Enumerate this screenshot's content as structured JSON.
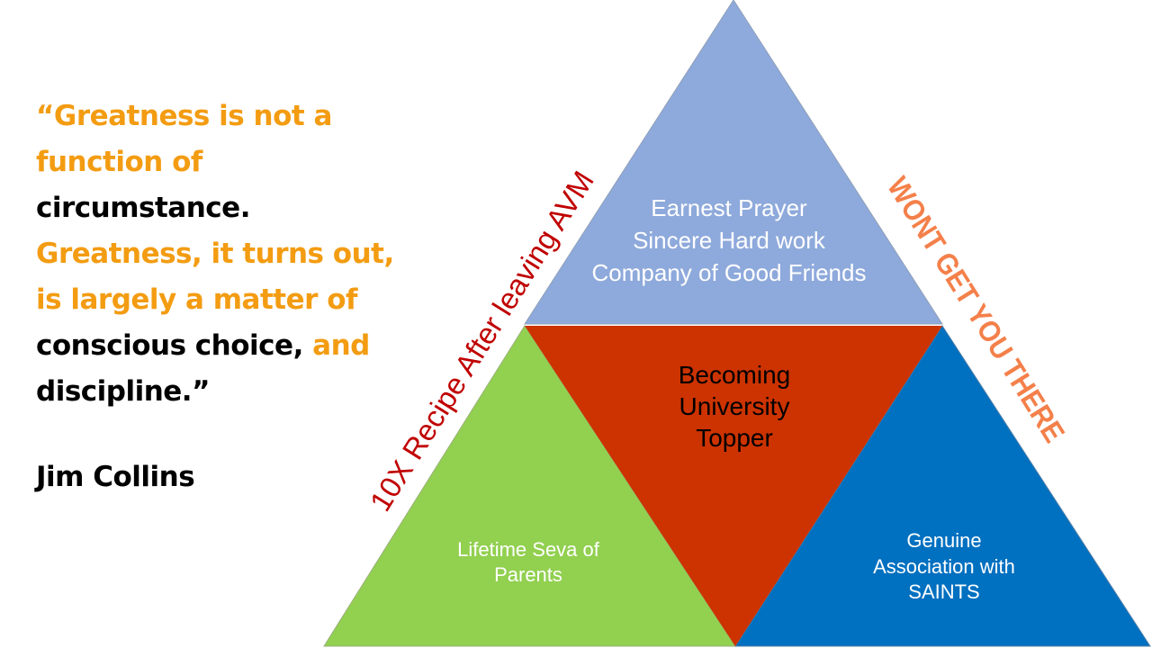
{
  "quote": {
    "segments": [
      {
        "text": "“Greatness is not a function of ",
        "color": "#F39C12"
      },
      {
        "text": "circumstance. ",
        "color": "#000000"
      },
      {
        "text": "Greatness, it turns out, is largely a matter of ",
        "color": "#F39C12"
      },
      {
        "text": "conscious choice, ",
        "color": "#000000"
      },
      {
        "text": "and ",
        "color": "#F39C12"
      },
      {
        "text": "discipline.”",
        "color": "#000000"
      }
    ],
    "author": "Jim Collins"
  },
  "pyramid": {
    "top": {
      "lines": [
        "Earnest Prayer",
        "Sincere Hard work",
        "Company of Good Friends"
      ],
      "color": "#8EA9DB"
    },
    "center": {
      "lines": [
        "Becoming",
        "University",
        "Topper"
      ],
      "color": "#CC3300"
    },
    "left": {
      "lines": [
        "Lifetime Seva of",
        "Parents"
      ],
      "color": "#92D050"
    },
    "right": {
      "lines": [
        "Genuine",
        "Association with",
        "SAINTS"
      ],
      "color": "#0070C0"
    }
  },
  "left_caption": {
    "text": "10X Recipe After leaving AVM",
    "color": "#C00000"
  },
  "right_caption": {
    "text": "WONT GET YOU THERE",
    "color": "#F4804A"
  }
}
